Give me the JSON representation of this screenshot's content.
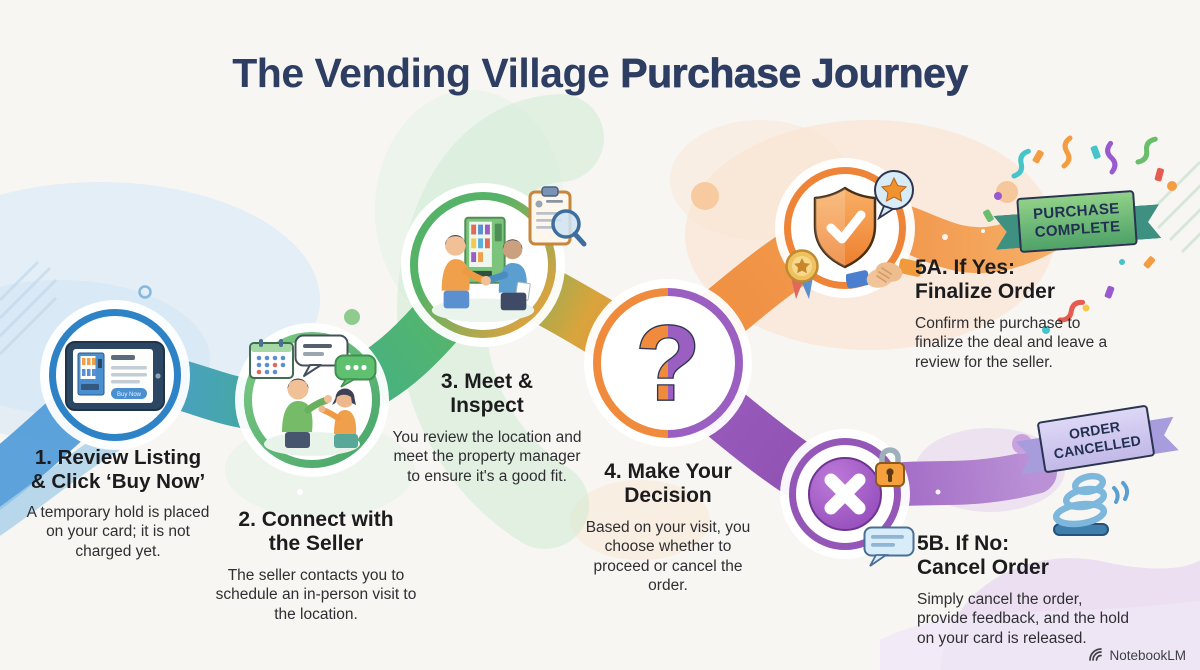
{
  "title": {
    "part1": "The Vending Village",
    "part2": "Purchase Journey"
  },
  "steps": [
    {
      "title": "1. Review Listing\n& Click ‘Buy Now’",
      "desc": "A temporary hold is placed on your card; it is not charged yet."
    },
    {
      "title": "2. Connect with\nthe Seller",
      "desc": "The seller contacts you to schedule an in-person visit to the location."
    },
    {
      "title": "3. Meet &\nInspect",
      "desc": "You review the location and meet the property manager to ensure it's a good fit."
    },
    {
      "title": "4. Make Your\nDecision",
      "desc": "Based on your visit, you choose whether to proceed or cancel the order."
    },
    {
      "title": "5A. If Yes:\nFinalize Order",
      "desc": "Confirm the purchase to finalize the deal and leave a review for the seller."
    },
    {
      "title": "5B. If No:\nCancel Order",
      "desc": "Simply cancel the order, provide feedback, and the hold on your card is released."
    }
  ],
  "banners": {
    "purchase_complete": "PURCHASE\nCOMPLETE",
    "order_cancelled": "ORDER\nCANCELLED"
  },
  "listing": {
    "button_label": "Buy Now"
  },
  "watermark": "NotebookLM",
  "icons": {
    "step1": "tablet-vending-listing-icon",
    "step2": [
      "calendar-icon",
      "chat-bubble-icon",
      "typing-bubble-icon",
      "two-people-talking-illustration"
    ],
    "step3": [
      "vending-machine-icon",
      "handshake-people-illustration",
      "clipboard-magnifier-icon"
    ],
    "step4": "question-mark-icon",
    "step5a": [
      "shield-check-icon",
      "star-badge-icon",
      "medal-icon",
      "handshake-icon"
    ],
    "step5b": [
      "x-circle-icon",
      "padlock-icon",
      "chat-bubble-icon"
    ],
    "order_cancelled_extra": "spring-icon",
    "watermark": "notebooklm-logo-icon"
  },
  "colors": {
    "background": "#f7f6f2",
    "title": "#2e3e63",
    "heading": "#1c1c1e",
    "body_text": "#2f2f33",
    "blue": "#2e82c6",
    "green": "#55b368",
    "orange": "#ef8b3e",
    "purple": "#9457b8",
    "banner_green": "#6fbe77",
    "banner_lavender": "#cfc7ef"
  }
}
